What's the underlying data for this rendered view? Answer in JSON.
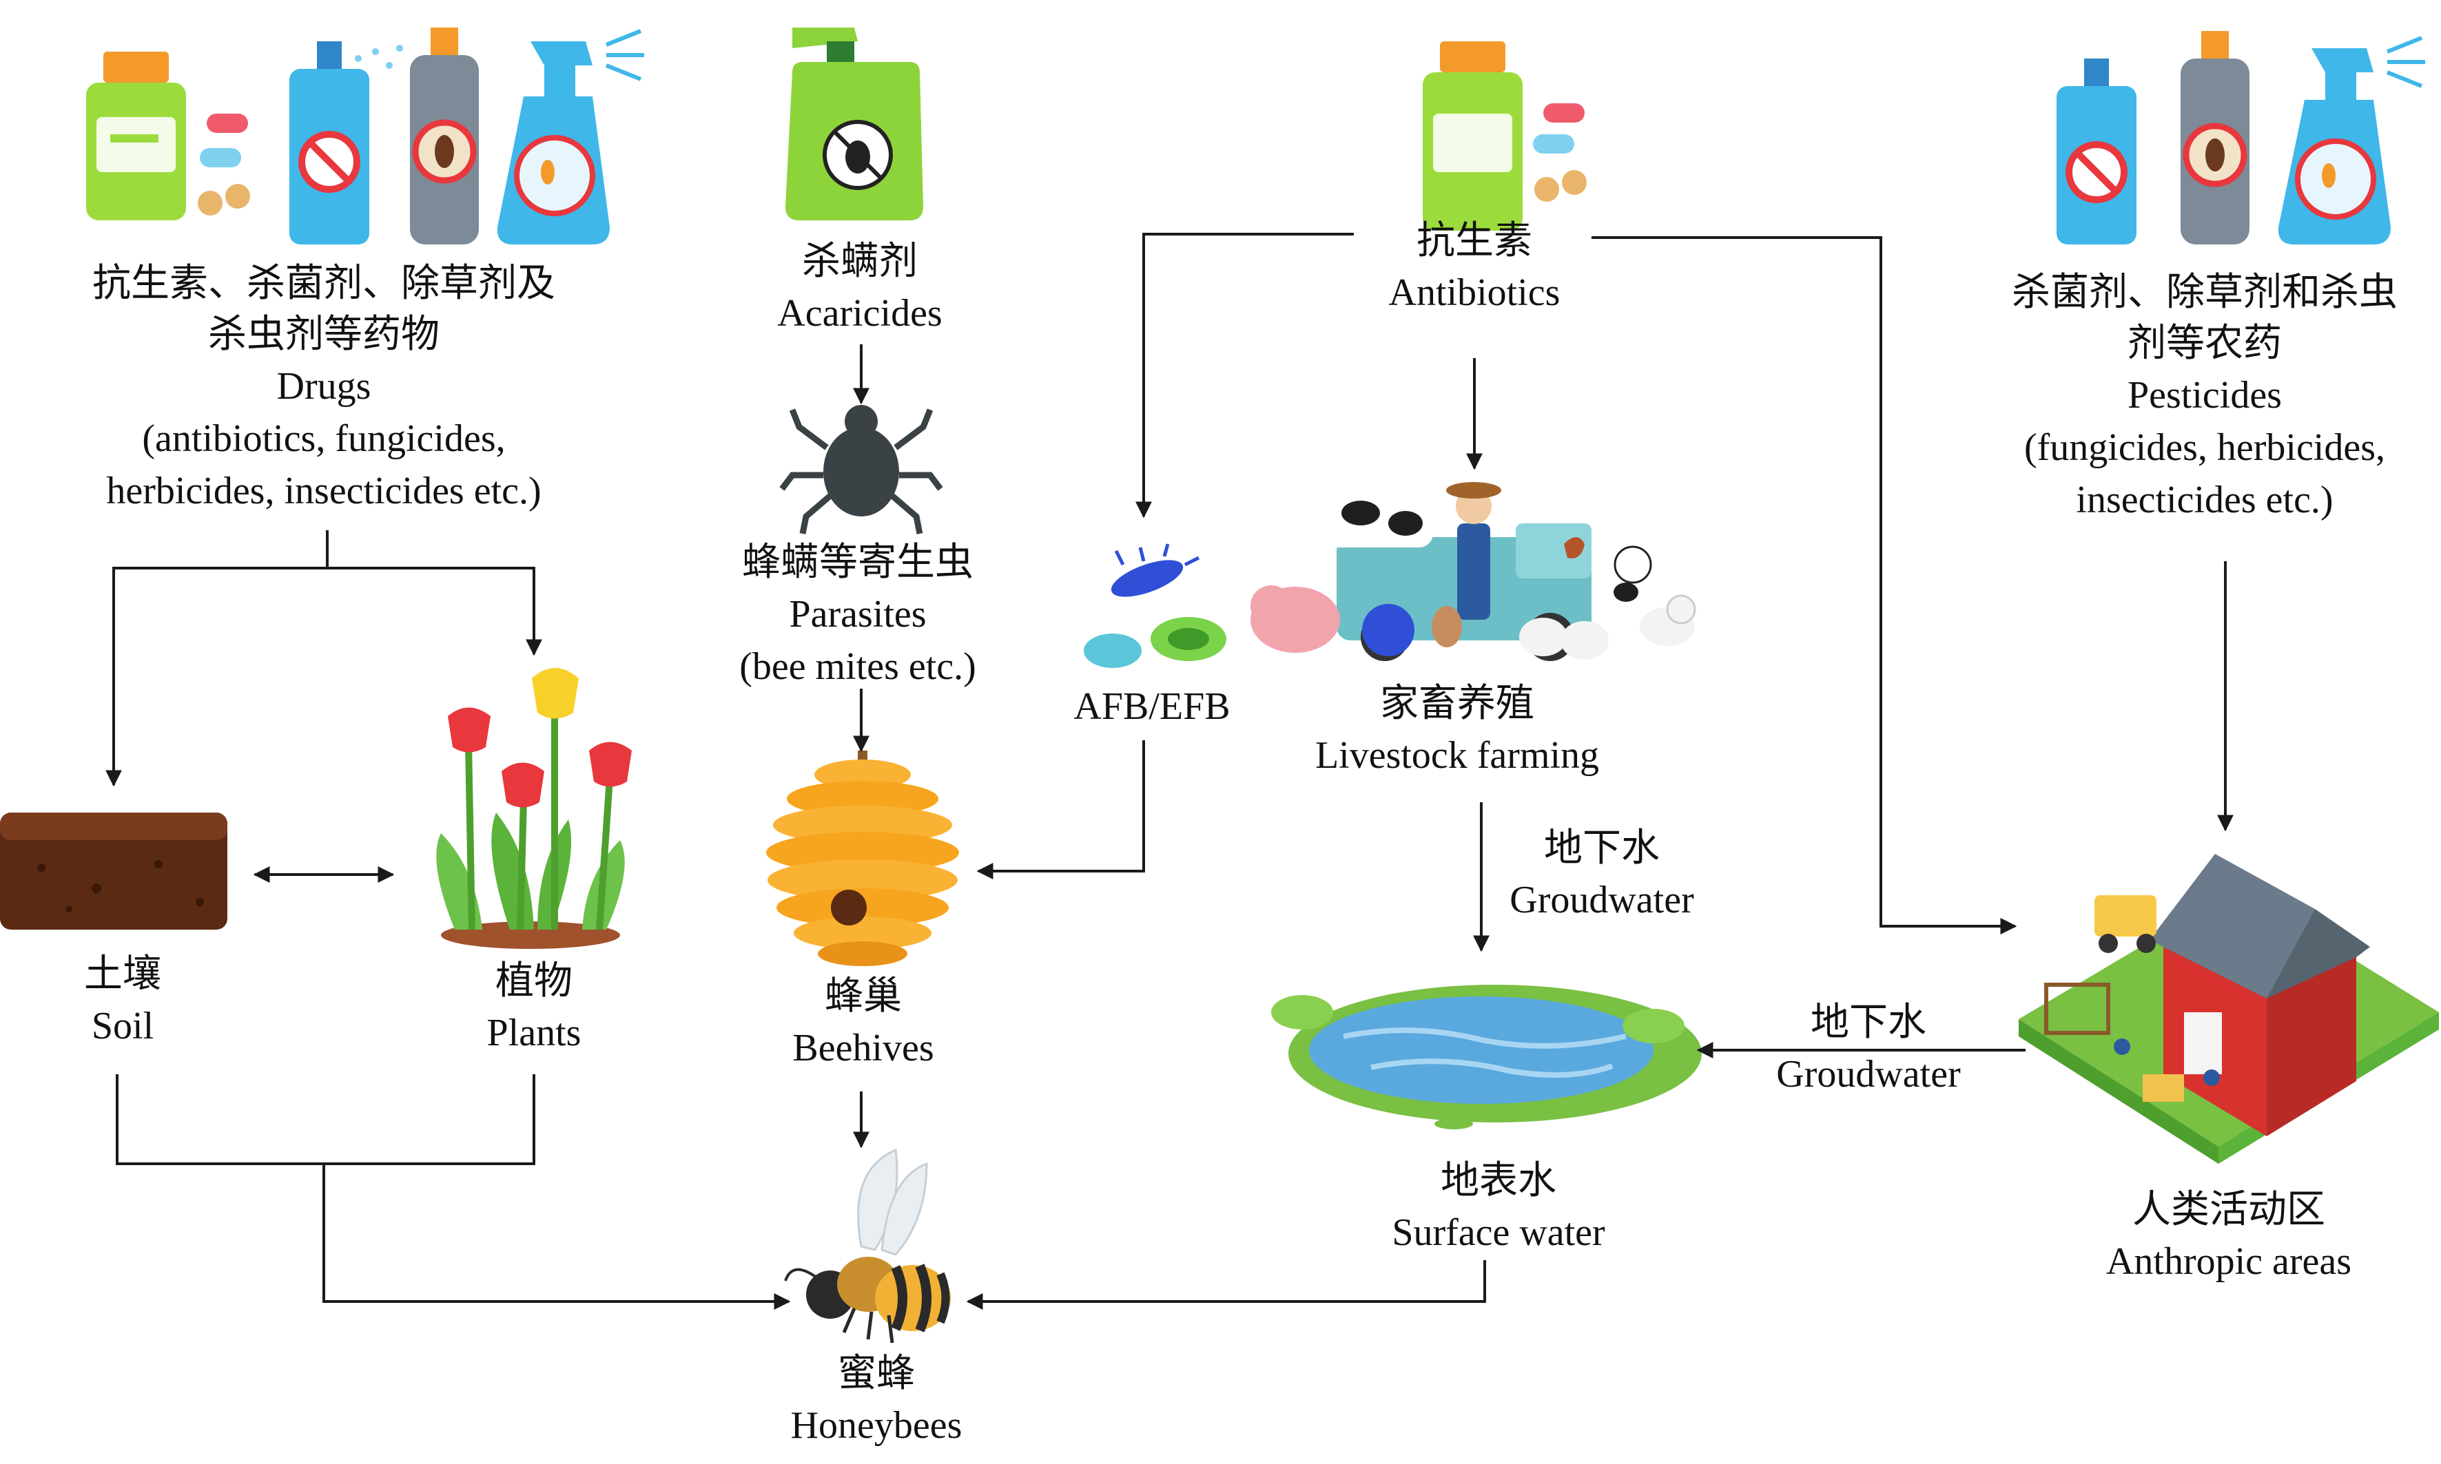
{
  "nodes": {
    "drugs": {
      "zh_line1": "抗生素、杀菌剂、除草剂及",
      "zh_line2": "杀虫剂等药物",
      "en_line1": "Drugs",
      "en_line2": "(antibiotics, fungicides,",
      "en_line3": "herbicides, insecticides etc.)"
    },
    "acaricides": {
      "zh": "杀螨剂",
      "en": "Acaricides"
    },
    "parasites": {
      "zh": "蜂螨等寄生虫",
      "en_line1": "Parasites",
      "en_line2": "(bee mites etc.)"
    },
    "antibiotics": {
      "zh": "抗生素",
      "en": "Antibiotics"
    },
    "pesticides": {
      "zh_line1": "杀菌剂、除草剂和杀虫",
      "zh_line2": "剂等农药",
      "en_line1": "Pesticides",
      "en_line2": "(fungicides, herbicides,",
      "en_line3": "insecticides etc.)"
    },
    "soil": {
      "zh": "土壤",
      "en": "Soil"
    },
    "plants": {
      "zh": "植物",
      "en": "Plants"
    },
    "beehives": {
      "zh": "蜂巢",
      "en": "Beehives"
    },
    "afb_efb": {
      "en": "AFB/EFB"
    },
    "livestock": {
      "zh": "家畜养殖",
      "en": "Livestock farming"
    },
    "surface_water": {
      "zh": "地表水",
      "en": "Surface water"
    },
    "anthropic": {
      "zh": "人类活动区",
      "en": "Anthropic areas"
    },
    "honeybees": {
      "zh": "蜜蜂",
      "en": "Honeybees"
    }
  },
  "edge_labels": {
    "groundwater_livestock": {
      "zh": "地下水",
      "en": "Groudwater"
    },
    "groundwater_anthropic": {
      "zh": "地下水",
      "en": "Groudwater"
    }
  },
  "colors": {
    "arrow": "#1a1a1a",
    "bottle_orange": "#f39a2b",
    "spray_blue": "#3fb7e8",
    "sprayer_green": "#8dd33a",
    "mite_gray": "#3b4246",
    "hive_yellow": "#f9b233",
    "soil_brown": "#5a2a12",
    "plant_green": "#6cc24a",
    "tulip_red": "#e8373d",
    "water_blue": "#5aa9de",
    "grass_green": "#7ac043",
    "barn_red": "#d7322d",
    "bee_yellow": "#f2b134"
  }
}
